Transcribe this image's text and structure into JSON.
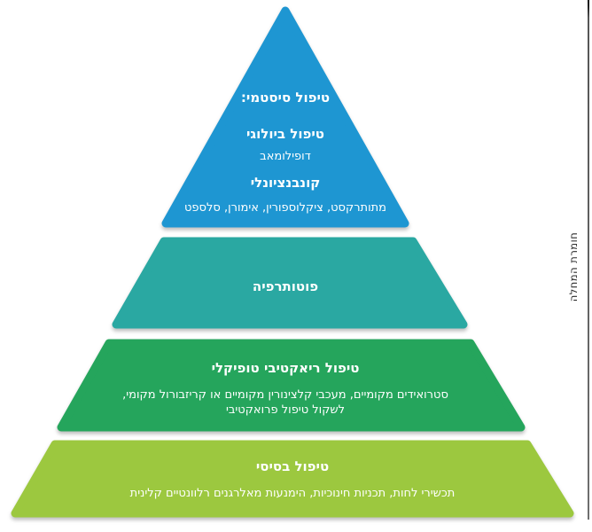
{
  "pyramid": {
    "axis_label": "חומרת המחלה",
    "layers": [
      {
        "id": "systemic",
        "color": "#1e96d2",
        "title": "טיפול סיסטמי:",
        "sections": [
          {
            "heading": "טיפול ביולוגי",
            "detail": "דופילומאב"
          },
          {
            "heading": "קונבנציונלי",
            "detail": "מתותרקסט, ציקלוספורין, אימורן, סלספט"
          }
        ]
      },
      {
        "id": "phototherapy",
        "color": "#2aa8a2",
        "title": "פוטותרפיה"
      },
      {
        "id": "reactive-topical",
        "color": "#25a55c",
        "title": "טיפול ריאקטיבי טופיקלי",
        "detail_line1": "סטרואידים מקומיים, מעכבי קלצינורין מקומיים או קריזבורול מקומי,",
        "detail_line2": "לשקול טיפול פרואקטיבי"
      },
      {
        "id": "basic",
        "color": "#9cc83f",
        "title": "טיפול בסיסי",
        "detail": "תכשירי לחות, תכניות חינוכיות, הימנעות מאלרגנים רלוונטיים קלינית"
      }
    ]
  }
}
